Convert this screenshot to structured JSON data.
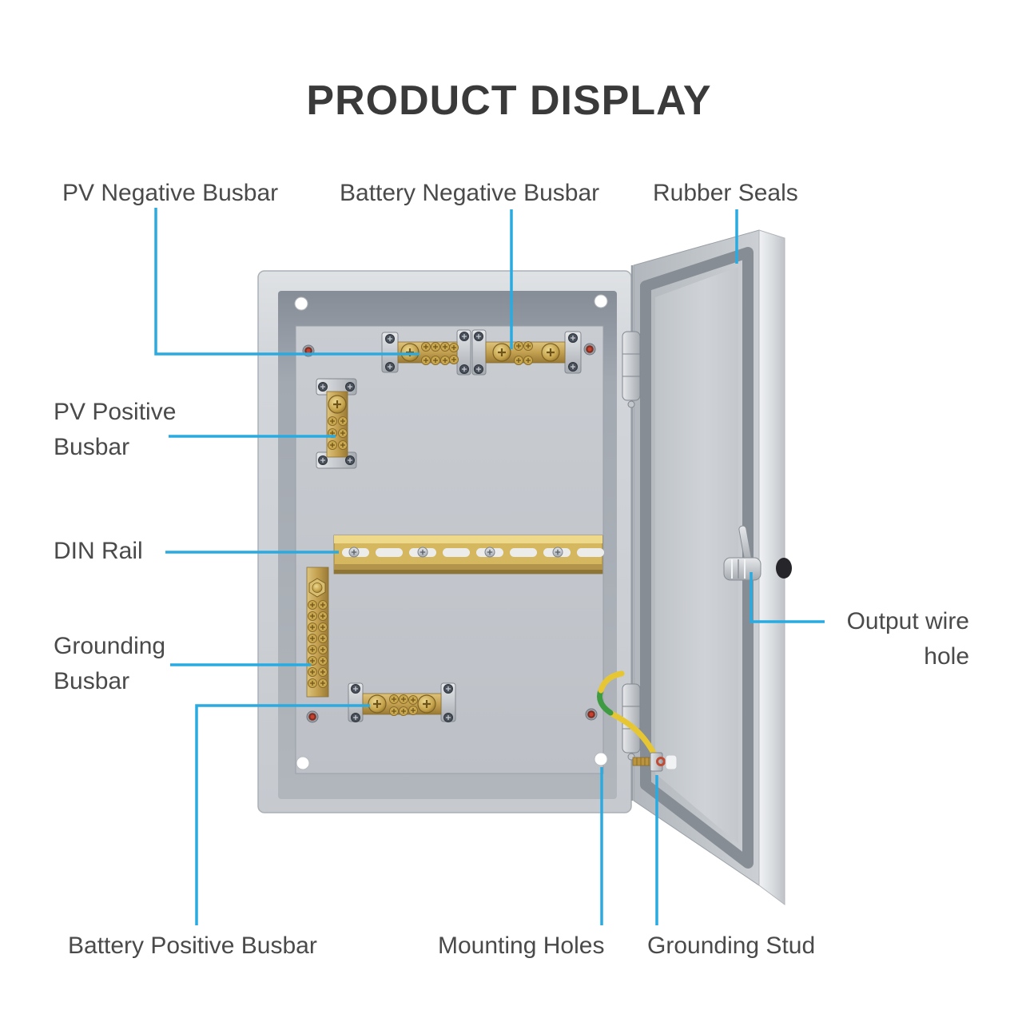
{
  "title": "PRODUCT DISPLAY",
  "colors": {
    "accent": "#29ABE2",
    "title": "#3A3A3A",
    "label": "#4A4A4A",
    "brass": "#C3A050",
    "din_rail_gold": "#D4B75E",
    "enclosure_gray": "#C6CACF",
    "ground_wire_yellow": "#E6C733",
    "ground_wire_green": "#3F9B42"
  },
  "callouts": [
    {
      "id": "pv-negative-busbar",
      "text": "PV Negative Busbar"
    },
    {
      "id": "battery-negative-busbar",
      "text": "Battery Negative Busbar"
    },
    {
      "id": "rubber-seals",
      "text": "Rubber Seals"
    },
    {
      "id": "pv-positive-busbar",
      "text": "PV Positive\nBusbar"
    },
    {
      "id": "din-rail",
      "text": "DIN Rail"
    },
    {
      "id": "grounding-busbar",
      "text": "Grounding\nBusbar"
    },
    {
      "id": "battery-positive-busbar",
      "text": "Battery Positive Busbar"
    },
    {
      "id": "mounting-holes",
      "text": "Mounting Holes"
    },
    {
      "id": "grounding-stud",
      "text": "Grounding Stud"
    },
    {
      "id": "output-wire-hole",
      "text": "Output wire\nhole"
    }
  ]
}
